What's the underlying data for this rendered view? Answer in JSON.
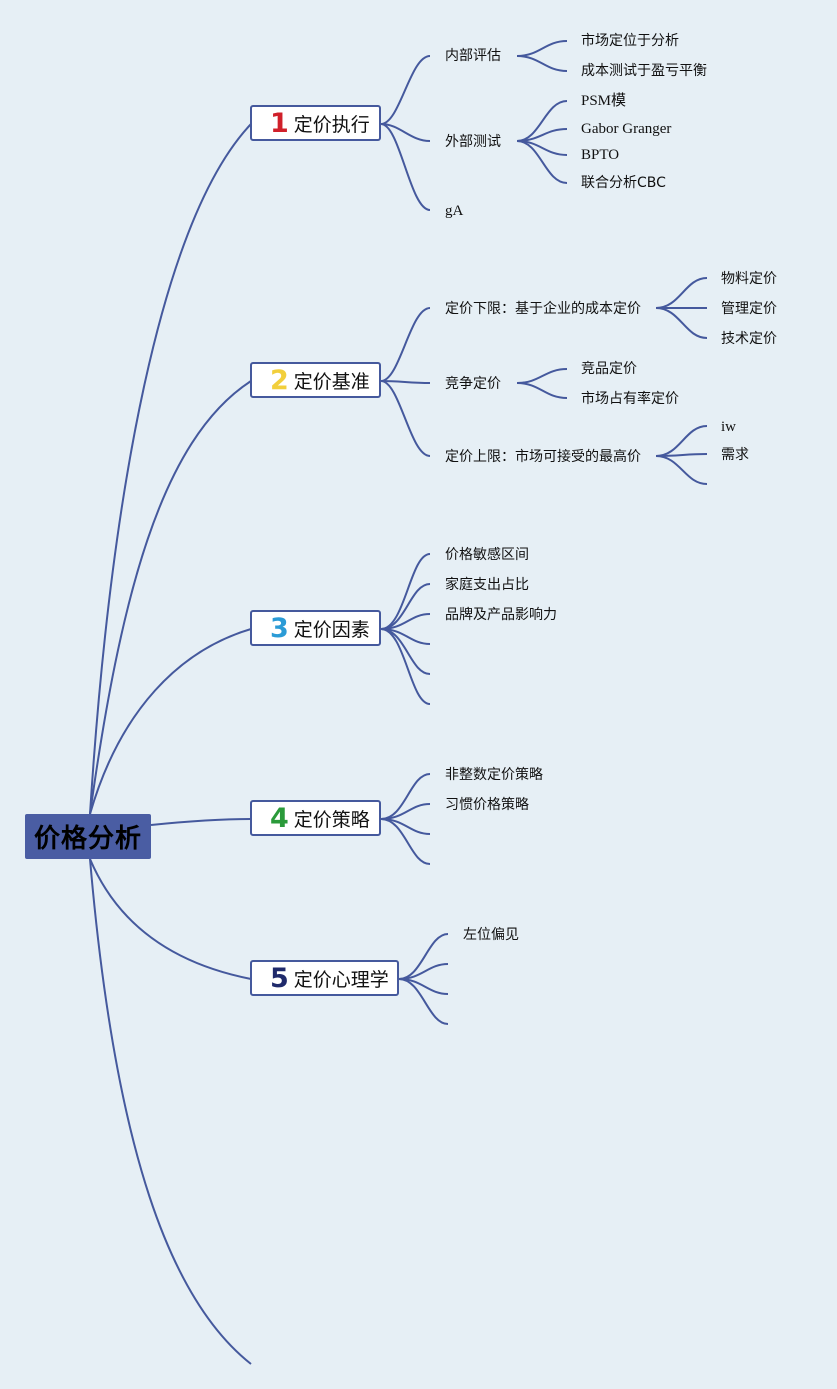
{
  "root": {
    "label": "价格分析"
  },
  "colors": {
    "background": "#e6eff5",
    "line": "#45599d",
    "root_fill": "#4a5da3",
    "num_1": "#d0202a",
    "num_2": "#f2cf3c",
    "num_3": "#2b9bd6",
    "num_4": "#2a9a3a",
    "num_5": "#1f2a6b"
  },
  "branches": [
    {
      "num": "1",
      "label": "定价执行",
      "children": [
        {
          "label": "内部评估",
          "children": [
            {
              "label": "市场定位于分析"
            },
            {
              "label": "成本测试于盈亏平衡"
            }
          ]
        },
        {
          "label": "外部测试",
          "children": [
            {
              "label": "PSM模"
            },
            {
              "label": "Gabor Granger"
            },
            {
              "label": "BPTO"
            },
            {
              "label": "联合分析CBC"
            }
          ]
        },
        {
          "label": "gA"
        }
      ]
    },
    {
      "num": "2",
      "label": "定价基准",
      "children": [
        {
          "label": "定价下限：基于企业的成本定价",
          "children": [
            {
              "label": "物料定价"
            },
            {
              "label": "管理定价"
            },
            {
              "label": "技术定价"
            }
          ]
        },
        {
          "label": "竞争定价",
          "children": [
            {
              "label": "竞品定价"
            },
            {
              "label": "市场占有率定价"
            }
          ]
        },
        {
          "label": "定价上限：市场可接受的最高价",
          "children": [
            {
              "label": "iw"
            },
            {
              "label": "需求"
            },
            {
              "label": ""
            }
          ]
        }
      ]
    },
    {
      "num": "3",
      "label": "定价因素",
      "children": [
        {
          "label": "价格敏感区间"
        },
        {
          "label": "家庭支出占比"
        },
        {
          "label": "品牌及产品影响力"
        },
        {
          "label": ""
        },
        {
          "label": ""
        },
        {
          "label": ""
        }
      ]
    },
    {
      "num": "4",
      "label": "定价策略",
      "children": [
        {
          "label": "非整数定价策略"
        },
        {
          "label": "习惯价格策略"
        },
        {
          "label": ""
        },
        {
          "label": ""
        }
      ]
    },
    {
      "num": "5",
      "label": "定价心理学",
      "children": [
        {
          "label": "左位偏见"
        },
        {
          "label": ""
        },
        {
          "label": ""
        },
        {
          "label": ""
        }
      ]
    }
  ]
}
